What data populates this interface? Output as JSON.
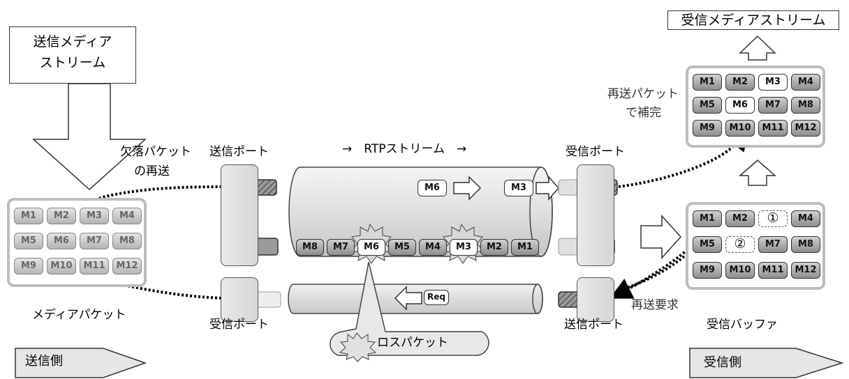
{
  "labels": {
    "send_media_stream_line1": "送信メディア",
    "send_media_stream_line2": "ストリーム",
    "recv_media_stream": "受信メディアストリーム",
    "lost_packet_resend_line1": "欠落パケット",
    "lost_packet_resend_line2": "の再送",
    "send_port_top": "送信ポート",
    "rtp_stream": "→　RTPストリーム　→",
    "recv_port_top": "受信ポート",
    "resend_complement_line1": "再送パケット",
    "resend_complement_line2": "で補完",
    "media_packet": "メディアパケット",
    "recv_port_bottom": "受信ポート",
    "send_port_bottom": "送信ポート",
    "loss_packet": "ロスパケット",
    "resend_request": "再送要求",
    "recv_buffer": "受信バッファ",
    "sender_side": "送信側",
    "receiver_side": "受信側"
  },
  "sender_grid": [
    "M1",
    "M2",
    "M3",
    "M4",
    "M5",
    "M6",
    "M7",
    "M8",
    "M9",
    "M10",
    "M11",
    "M12"
  ],
  "receiver_output_grid": [
    "M1",
    "M2",
    "M3",
    "M4",
    "M5",
    "M6",
    "M7",
    "M8",
    "M9",
    "M10",
    "M11",
    "M12"
  ],
  "receiver_buffer_grid": [
    "M1",
    "M2",
    "①",
    "M4",
    "M5",
    "②",
    "M7",
    "M8",
    "M9",
    "M10",
    "M11",
    "M12"
  ],
  "rtp_stream_packets": [
    "M8",
    "M7",
    "M6",
    "M5",
    "M4",
    "M3",
    "M2",
    "M1"
  ],
  "resent_packets": [
    "M6",
    "M3"
  ],
  "request_packet": "Req"
}
